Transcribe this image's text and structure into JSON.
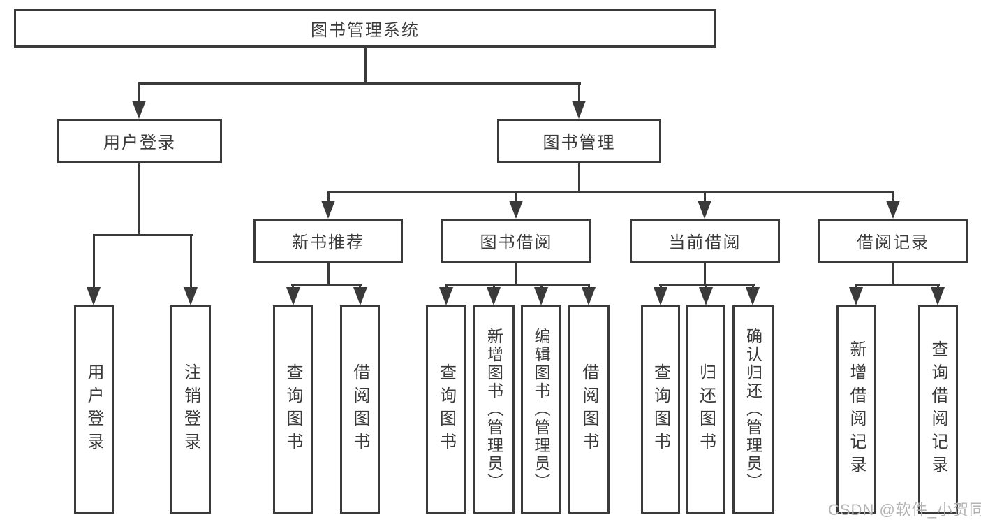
{
  "colors": {
    "line": "#3a3a3a",
    "text": "#3a3a3a",
    "background": "#ffffff",
    "watermark": "#b3b3b3"
  },
  "watermark": {
    "text": "CSDN @软件_小贺同学"
  },
  "tree": {
    "root": {
      "label": "图书管理系统",
      "children": [
        {
          "label": "用户登录",
          "children": [
            {
              "label": "用户登录"
            },
            {
              "label": "注销登录"
            }
          ]
        },
        {
          "label": "图书管理",
          "children": [
            {
              "label": "新书推荐",
              "children": [
                {
                  "label": "查询图书"
                },
                {
                  "label": "借阅图书"
                }
              ]
            },
            {
              "label": "图书借阅",
              "children": [
                {
                  "label": "查询图书"
                },
                {
                  "label": "新增图书（管理员）"
                },
                {
                  "label": "编辑图书（管理员）"
                },
                {
                  "label": "借阅图书"
                }
              ]
            },
            {
              "label": "当前借阅",
              "children": [
                {
                  "label": "查询图书"
                },
                {
                  "label": "归还图书"
                },
                {
                  "label": "确认归还（管理员）"
                }
              ]
            },
            {
              "label": "借阅记录",
              "children": [
                {
                  "label": "新增借阅记录"
                },
                {
                  "label": "查询借阅记录"
                }
              ]
            }
          ]
        }
      ]
    }
  }
}
